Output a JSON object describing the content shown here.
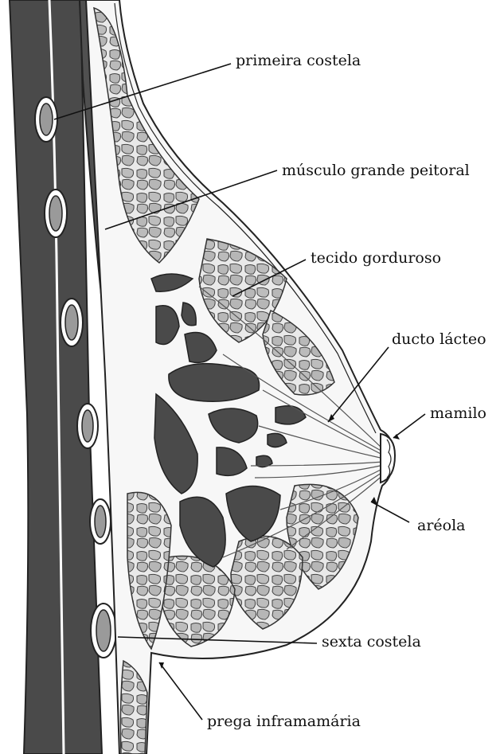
{
  "labels": {
    "first_rib": "primeira costela",
    "pectoralis_major": "músculo grande peitoral",
    "fatty_tissue": "tecido gorduroso",
    "milk_duct": "ducto lácteo",
    "nipple": "mamilo",
    "areola": "aréola",
    "sixth_rib": "sexta costela",
    "inframammary_fold": "prega inframamária"
  },
  "colors": {
    "muscle": "#4a4a4a",
    "fat_lobule": "#b4b4b4",
    "gland": "#f6f6f6",
    "outline": "#222222"
  }
}
